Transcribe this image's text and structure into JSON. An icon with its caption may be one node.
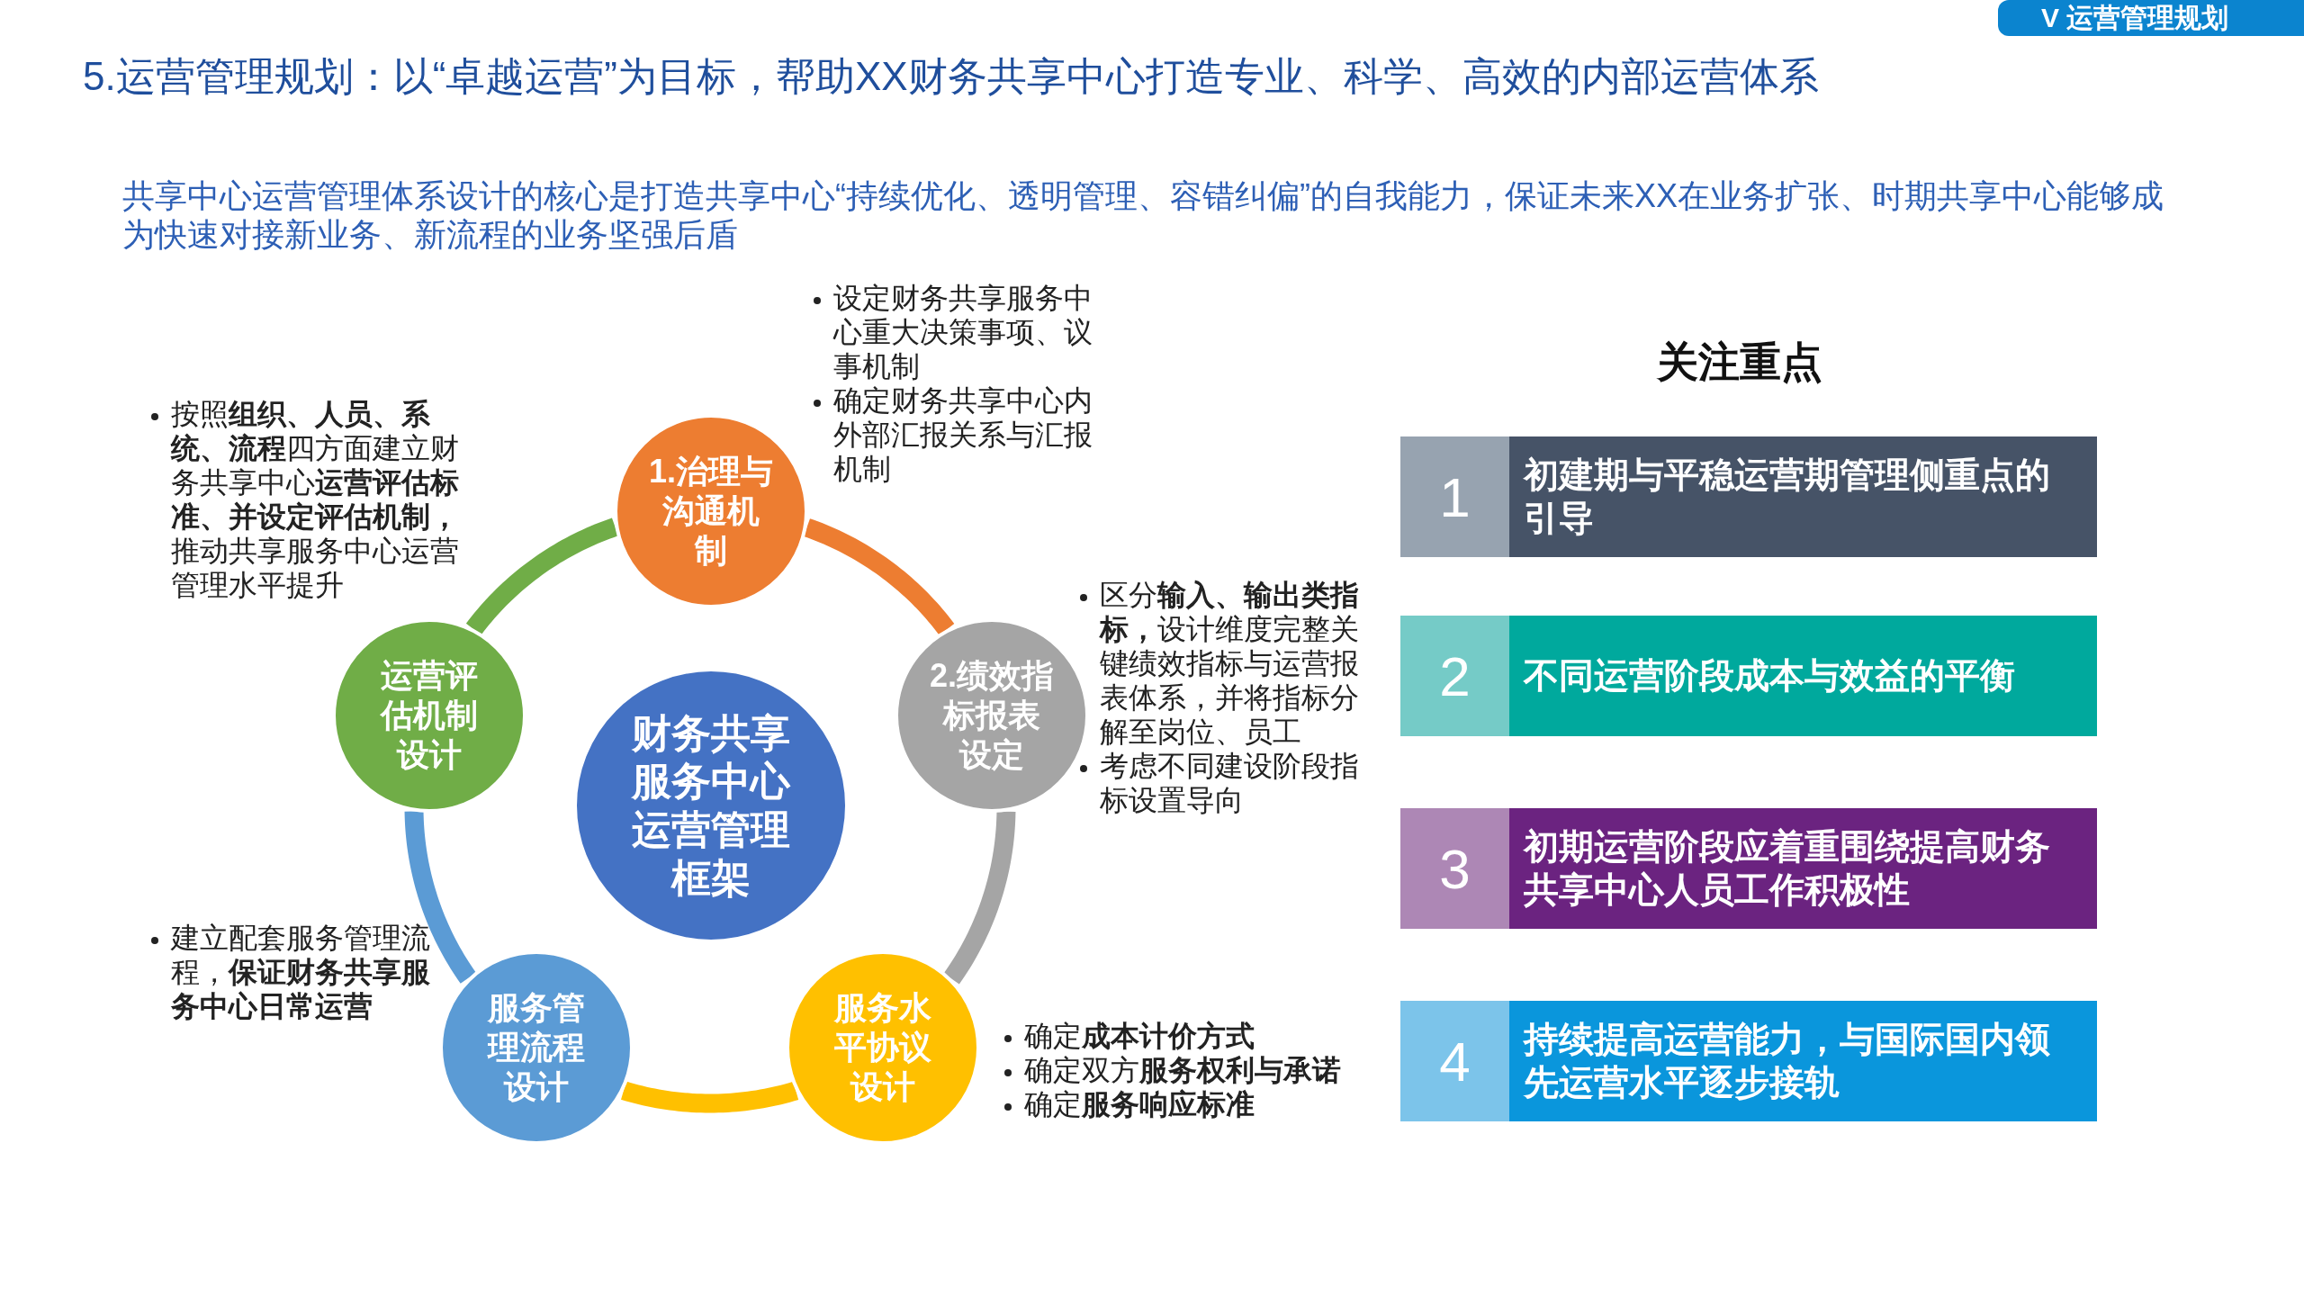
{
  "diagram": {
    "title": "5.运营管理规划：以“卓越运营”为目标，帮助XX财务共享中心打造专业、科学、高效的内部运营体系",
    "nodes": [
      {
        "text": [
          "财务共享服务中心运营管理框架"
        ]
      },
      {
        "text": [
          "1.治理与沟通机制"
        ],
        "beside": [
          "设定财务共享服务中心重大决策事项、议事机制",
          "确定财务共享中心内外部汇报关系与汇报机制"
        ]
      },
      {
        "text": [
          "2.绩效指标报表设定"
        ],
        "beside": [
          "区分**输入、输出类指标，**设计维度完整关键绩效指标与运营报表体系，并将指标分解至岗位、员工",
          "考虑不同建设阶段指标设置导向"
        ]
      },
      {
        "text": [
          "服务水平协议设计"
        ],
        "beside": [
          "确定**成本计价方式**",
          "确定双方**服务权利与承诺**",
          "确定**服务响应标准**"
        ]
      },
      {
        "text": [
          "服务管理流程设计"
        ],
        "beside": [
          "建立配套服务管理流程，**保证财务共享服务中心日常运营**"
        ]
      },
      {
        "text": [
          "运营评估机制设计"
        ],
        "beside": [
          "按照**组织、人员、系统、流程**四方面建立财务共享中心**运营评估标准、并设定评估机制，**推动共享服务中心运营管理水平提升"
        ]
      },
      {
        "text": [
          "1",
          "初建期与平稳运营期管理侧重点的引导"
        ]
      },
      {
        "text": [
          "2",
          "不同运营阶段成本与效益的平衡"
        ]
      },
      {
        "text": [
          "3",
          "初期运营阶段应着重围绕提高财务共享中心人员工作积极性"
        ]
      },
      {
        "text": [
          "4",
          "持续提高运营能力，与国际国内领先运营水平逐步接轨"
        ]
      }
    ],
    "edges": [
      {
        "from": 1,
        "to": 2,
        "arrow": "none",
        "color": "#ed7d31"
      },
      {
        "from": 2,
        "to": 3,
        "arrow": "none",
        "color": "#a5a5a5"
      },
      {
        "from": 3,
        "to": 4,
        "arrow": "none",
        "color": "#ffc000"
      },
      {
        "from": 4,
        "to": 5,
        "arrow": "none",
        "color": "#5b9bd5"
      },
      {
        "from": 5,
        "to": 1,
        "arrow": "none",
        "color": "#70ad47"
      }
    ],
    "labels": [
      "V 运营管理规划",
      "共享中心运营管理体系设计的核心是打造共享中心“持续优化、透明管理、容错纠偏”的自我能力，保证未来XX在业务扩张、时期共享中心能够成为快速对接新业务、新流程的业务坚强后盾",
      "关注重点"
    ]
  }
}
